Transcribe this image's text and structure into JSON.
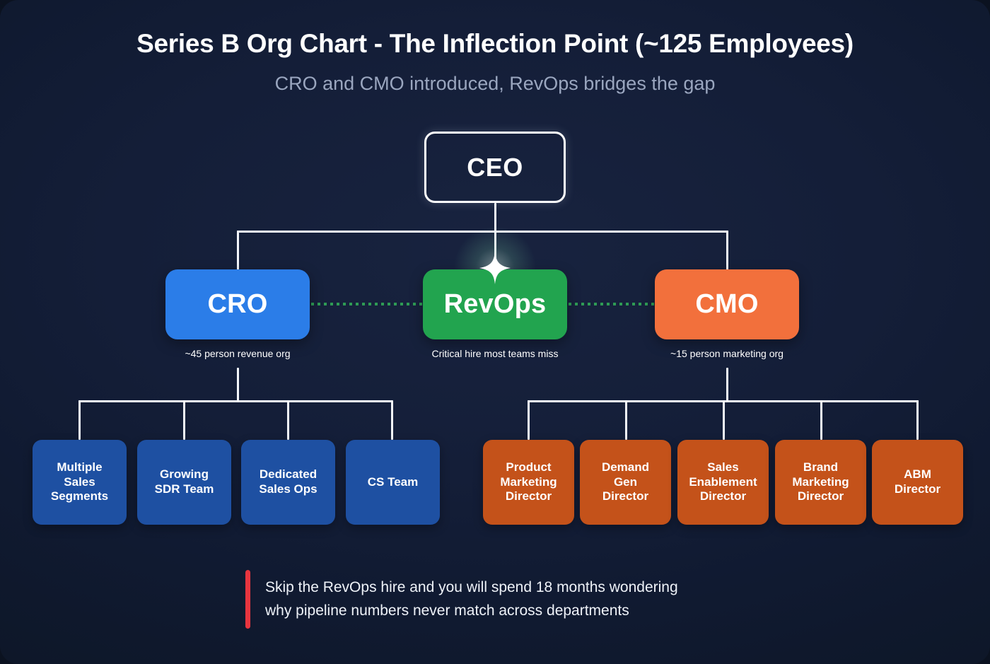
{
  "header": {
    "title": "Series B Org Chart - The Inflection Point (~125 Employees)",
    "subtitle": "CRO and CMO introduced, RevOps bridges the gap"
  },
  "colors": {
    "background": "#0e1729",
    "card": "#18233f",
    "connector": "#f3f6fb",
    "cro_blue": "#2b7de8",
    "revops_green": "#22a44f",
    "cmo_orange": "#f2703c",
    "leaf_blue": "#1e50a2",
    "leaf_orange": "#c4521a",
    "dotted_link": "#2e9b54",
    "callout_bar": "#e8353f",
    "title_text": "#ffffff",
    "subtitle_text": "#9aa6bf"
  },
  "chart_data": {
    "type": "diagram",
    "title": "Series B Org Chart - The Inflection Point (~125 Employees)",
    "subtitle": "CRO and CMO introduced, RevOps bridges the gap",
    "root": "CEO",
    "nodes": [
      {
        "id": "ceo",
        "label": "CEO",
        "level": 0,
        "parent": null,
        "style": "outline"
      },
      {
        "id": "cro",
        "label": "CRO",
        "level": 1,
        "parent": "ceo",
        "caption": "~45 person revenue org",
        "color": "#2b7de8"
      },
      {
        "id": "revops",
        "label": "RevOps",
        "level": 1,
        "parent": "ceo",
        "caption": "Critical hire most teams miss",
        "color": "#22a44f",
        "highlight": true
      },
      {
        "id": "cmo",
        "label": "CMO",
        "level": 1,
        "parent": "ceo",
        "caption": "~15 person marketing org",
        "color": "#f2703c"
      },
      {
        "id": "multiple-sales-segments",
        "label": "Multiple Sales Segments",
        "level": 2,
        "parent": "cro",
        "color": "#1e50a2"
      },
      {
        "id": "growing-sdr-team",
        "label": "Growing SDR Team",
        "level": 2,
        "parent": "cro",
        "color": "#1e50a2"
      },
      {
        "id": "dedicated-sales-ops",
        "label": "Dedicated Sales Ops",
        "level": 2,
        "parent": "cro",
        "color": "#1e50a2"
      },
      {
        "id": "cs-team",
        "label": "CS Team",
        "level": 2,
        "parent": "cro",
        "color": "#1e50a2"
      },
      {
        "id": "product-marketing-director",
        "label": "Product Marketing Director",
        "level": 2,
        "parent": "cmo",
        "color": "#c4521a"
      },
      {
        "id": "demand-gen-director",
        "label": "Demand Gen Director",
        "level": 2,
        "parent": "cmo",
        "color": "#c4521a"
      },
      {
        "id": "sales-enablement-director",
        "label": "Sales Enablement Director",
        "level": 2,
        "parent": "cmo",
        "color": "#c4521a"
      },
      {
        "id": "brand-marketing-director",
        "label": "Brand Marketing Director",
        "level": 2,
        "parent": "cmo",
        "color": "#c4521a"
      },
      {
        "id": "abm-director",
        "label": "ABM Director",
        "level": 2,
        "parent": "cmo",
        "color": "#c4521a"
      }
    ],
    "links": [
      {
        "from": "cro",
        "to": "revops",
        "style": "dotted",
        "color": "#2e9b54"
      },
      {
        "from": "revops",
        "to": "cmo",
        "style": "dotted",
        "color": "#2e9b54"
      }
    ],
    "annotation": "Skip the RevOps hire and you will spend 18 months wondering why pipeline numbers never match across departments"
  },
  "ceo": {
    "label": "CEO"
  },
  "execs": {
    "cro": {
      "label": "CRO",
      "caption": "~45 person revenue org"
    },
    "revops": {
      "label": "RevOps",
      "caption": "Critical hire most teams miss"
    },
    "cmo": {
      "label": "CMO",
      "caption": "~15 person marketing org"
    }
  },
  "sales_children": [
    {
      "line1": "Multiple",
      "line2": "Sales",
      "line3": "Segments"
    },
    {
      "line1": "Growing",
      "line2": "SDR Team",
      "line3": ""
    },
    {
      "line1": "Dedicated",
      "line2": "Sales Ops",
      "line3": ""
    },
    {
      "line1": "CS Team",
      "line2": "",
      "line3": ""
    }
  ],
  "marketing_children": [
    {
      "line1": "Product",
      "line2": "Marketing",
      "line3": "Director"
    },
    {
      "line1": "Demand",
      "line2": "Gen",
      "line3": "Director"
    },
    {
      "line1": "Sales",
      "line2": "Enablement",
      "line3": "Director"
    },
    {
      "line1": "Brand",
      "line2": "Marketing",
      "line3": "Director"
    },
    {
      "line1": "ABM",
      "line2": "Director",
      "line3": ""
    }
  ],
  "callout": {
    "line1": "Skip the RevOps hire and you will spend 18 months wondering",
    "line2": "why pipeline numbers never match across departments"
  }
}
